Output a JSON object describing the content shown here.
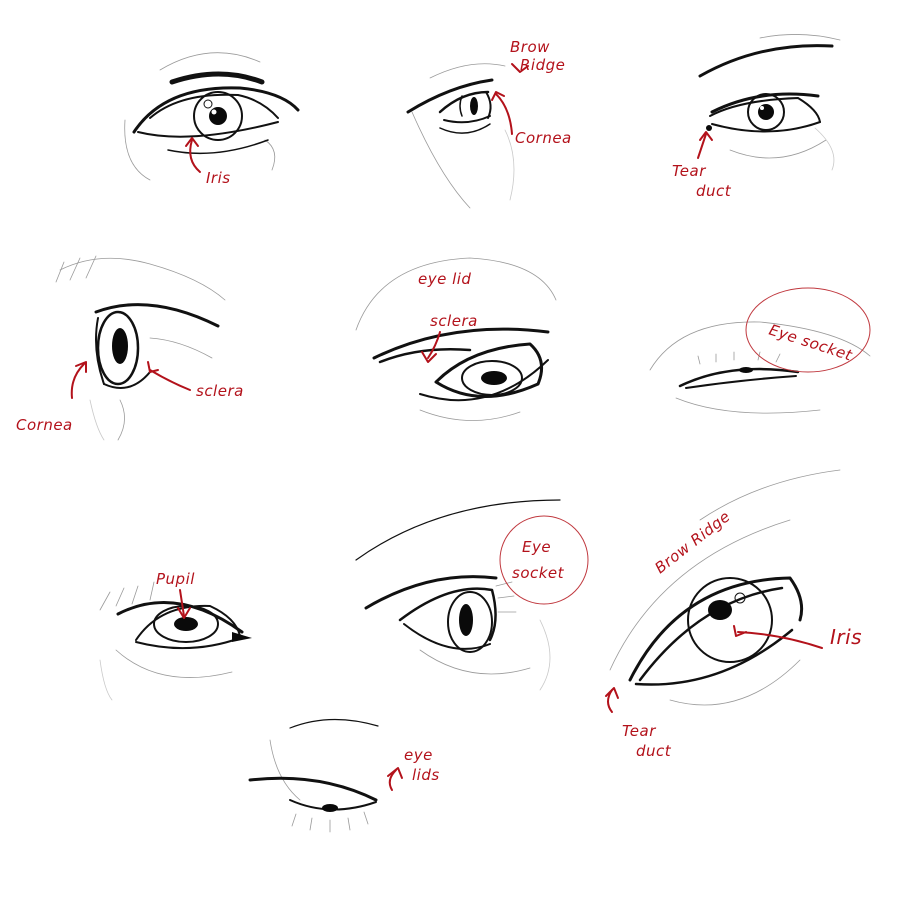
{
  "colors": {
    "ink": "#111111",
    "annotation": "#b3121b",
    "sketch": "#9a9a9a",
    "background": "#ffffff"
  },
  "labels": {
    "iris_1": "Iris",
    "brow": "Brow",
    "ridge": "Ridge",
    "cornea_1": "Cornea",
    "tear": "Tear",
    "duct": "duct",
    "cornea_2": "Cornea",
    "sclera_1": "sclera",
    "eye_lid": "eye lid",
    "sclera_2": "sclera",
    "eye_socket_1": "Eye socket",
    "pupil": "Pupil",
    "eye_socket_2a": "Eye",
    "eye_socket_2b": "socket",
    "brow_ridge_2": "Brow Ridge",
    "iris_2": "Iris",
    "tear_2": "Tear",
    "duct_2": "duct",
    "eyelids_1": "eye",
    "eyelids_2": "lids"
  }
}
